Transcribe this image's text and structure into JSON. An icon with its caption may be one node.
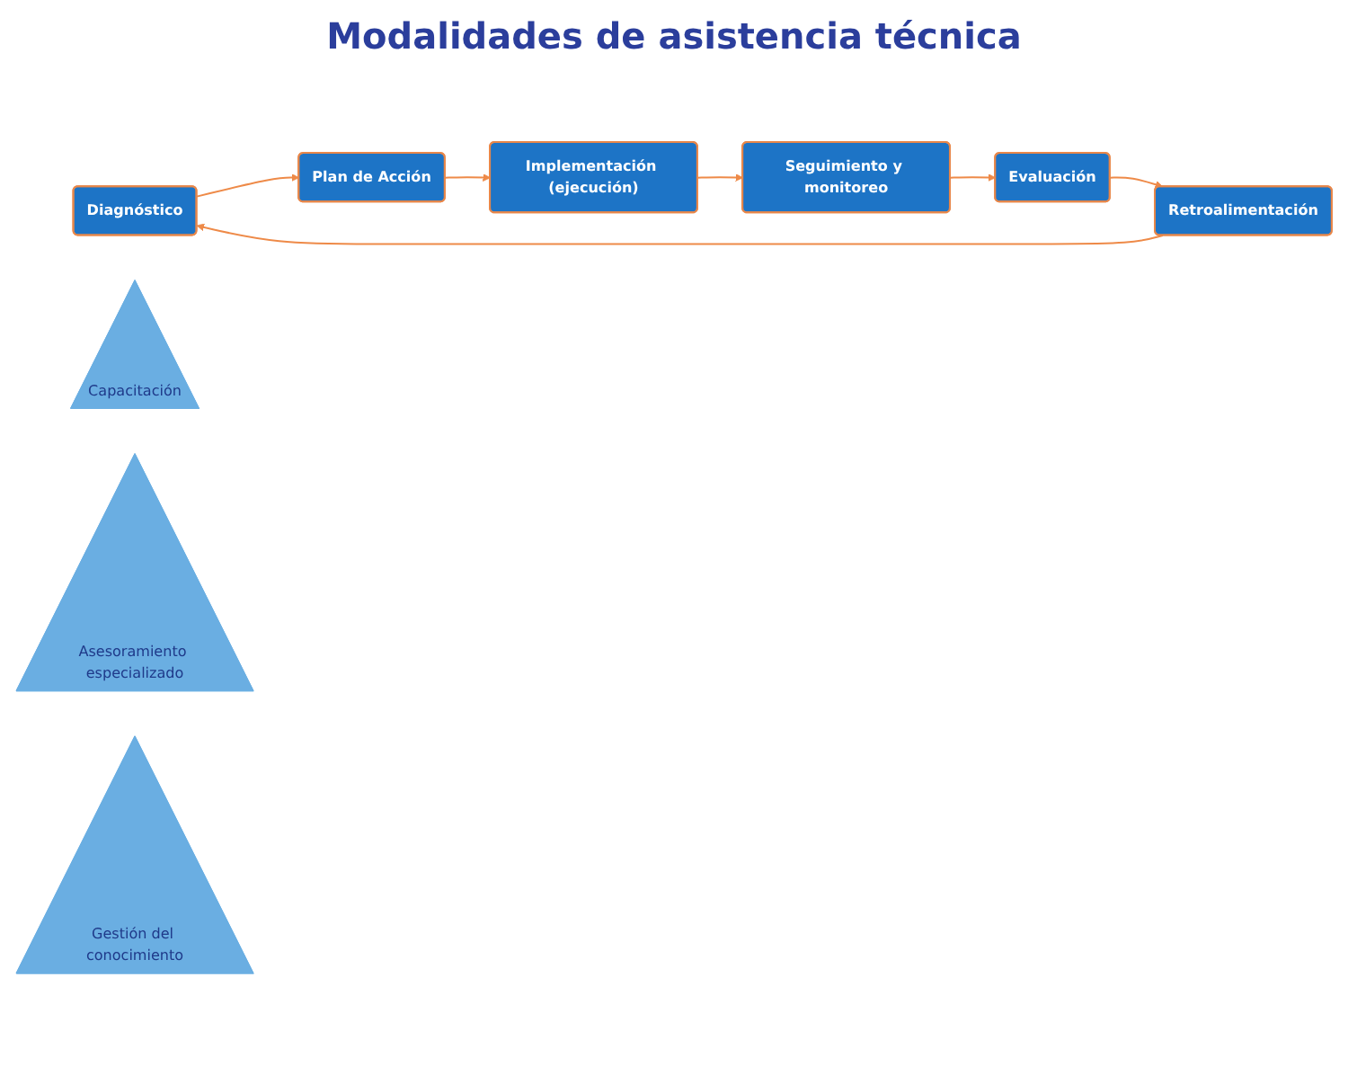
{
  "diagram": {
    "nodes": [
      {
        "text": [
          "Diagnóstico"
        ]
      },
      {
        "text": [
          "Plan de Acción"
        ]
      },
      {
        "text": [
          "Implementación (ejecución)"
        ]
      },
      {
        "text": [
          "Seguimiento y monitoreo"
        ]
      },
      {
        "text": [
          "Evaluación"
        ]
      },
      {
        "text": [
          "Retroalimentación"
        ]
      },
      {
        "text": [
          "Capacitación"
        ]
      },
      {
        "text": [
          "Asesoramiento especializado"
        ]
      },
      {
        "text": [
          "Gestión del conocimiento"
        ]
      }
    ],
    "edges": [
      {
        "from": 0,
        "to": 1,
        "arrow": "to"
      },
      {
        "from": 1,
        "to": 2,
        "arrow": "to"
      },
      {
        "from": 2,
        "to": 3,
        "arrow": "to"
      },
      {
        "from": 3,
        "to": 4,
        "arrow": "to"
      },
      {
        "from": 4,
        "to": 5,
        "arrow": "to"
      },
      {
        "from": 5,
        "to": 0,
        "arrow": "to"
      }
    ],
    "labels": [
      "Modalidades de asistencia técnica"
    ]
  }
}
